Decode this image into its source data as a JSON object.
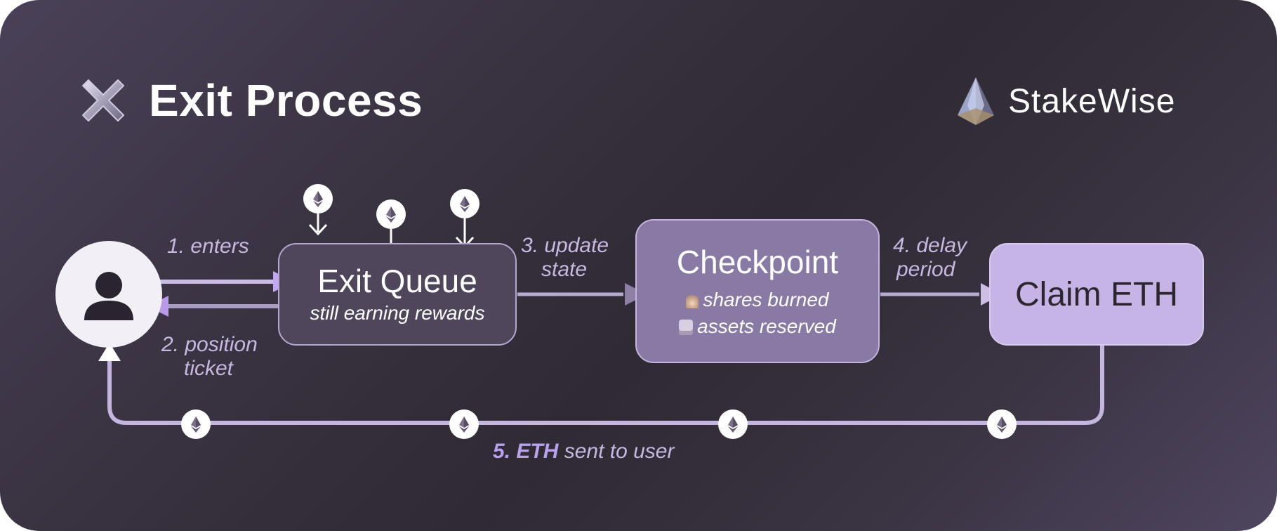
{
  "header": {
    "title": "Exit Process",
    "title_icon": "x-icon",
    "brand": "StakeWise",
    "brand_icon": "stakewise-logo"
  },
  "colors": {
    "background_dark": "#332d38",
    "accent_purple": "#c7b4e6",
    "line_color": "#c4b6de",
    "label_color": "#c7b8e2"
  },
  "nodes": {
    "user": {
      "icon": "user-icon"
    },
    "exit_queue": {
      "title": "Exit Queue",
      "subtitle": "still earning rewards"
    },
    "checkpoint": {
      "title": "Checkpoint",
      "line1_icon": "fire-icon",
      "line1": "shares burned",
      "line2_icon": "lock-icon",
      "line2": "assets reserved"
    },
    "claim": {
      "title": "Claim ETH"
    }
  },
  "steps": {
    "enters": "1. enters",
    "position_line1": "2. position",
    "position_line2": "ticket",
    "update_line1": "3. update",
    "update_line2": "state",
    "delay_line1": "4. delay",
    "delay_line2": "period",
    "sent_number": "5.",
    "sent_bold": "ETH",
    "sent_rest": " sent to user"
  },
  "token_icon": "eth-icon"
}
